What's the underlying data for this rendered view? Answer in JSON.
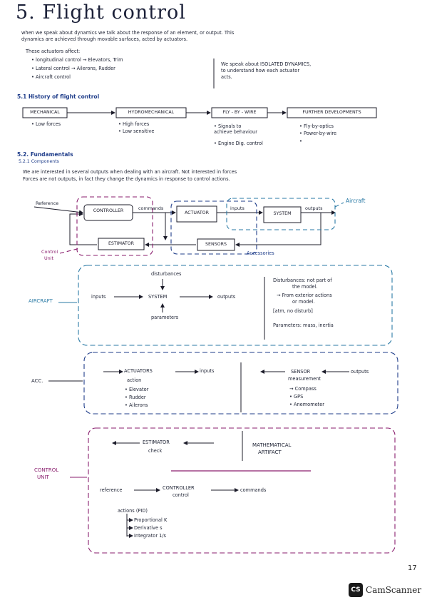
{
  "title": "5. Flight control",
  "intro": {
    "line1": "when we speak about dynamics we talk about the response of an element, or output. This",
    "line2": "dynamics are achieved through movable surfaces, acted by actuators."
  },
  "effects": {
    "heading": "These actuators affect:",
    "items": [
      "• longitudinal control → Elevators, Trim",
      "• Lateral control → Ailerons, Rudder",
      "• Aircraft control"
    ],
    "note_line1": "We speak about ISOLATED DYNAMICS,",
    "note_line2": "to understand how each actuator",
    "note_line3": "acts."
  },
  "history": {
    "heading": "5.1 History of flight control",
    "stages": [
      "MECHANICAL",
      "HYDROMECHANICAL",
      "FLY - BY - WIRE",
      "FURTHER DEVELOPMENTS"
    ],
    "mechanical_notes": [
      "• Low forces"
    ],
    "hydro_notes": [
      "• High forces",
      "• Low sensitive"
    ],
    "fbw_notes": [
      "• Signals to",
      "  achieve behaviour",
      "• Engine Dig. control"
    ],
    "further_notes": [
      "• Fly-by-optics",
      "• Power-by-wire",
      "•"
    ]
  },
  "fundamentals": {
    "heading": "5.2. Fundamentals",
    "subheading": "5.2.1 Components",
    "line1": "We are interested in several outputs when dealing with an aircraft. Not interested in forces",
    "line2": "Forces are not outputs, in fact they change the dynamics in response to control actions."
  },
  "block_diagram": {
    "reference": "Reference",
    "controller": "CONTROLLER",
    "commands": "commands",
    "actuator": "ACTUATOR",
    "inputs": "inputs",
    "system": "SYSTEM",
    "outputs": "outputs",
    "aircraft": "Aircraft",
    "estimator": "ESTIMATOR",
    "sensors": "SENSORS",
    "accessories": "Accessories",
    "control_unit_line1": "Control",
    "control_unit_line2": "Unit"
  },
  "aircraft_section": {
    "label": "AIRCRAFT",
    "disturbances": "disturbances",
    "inputs": "inputs",
    "system": "SYSTEM",
    "outputs": "outputs",
    "parameters": "parameters",
    "dist_note1": "Disturbances: not part of",
    "dist_note2": "the model.",
    "dist_note3": "→ From exterior actions",
    "dist_note4": "or model.",
    "dist_note5": "[atm, no disturb]",
    "param_note": "Parameters: mass, inertia"
  },
  "acc_section": {
    "label": "ACC.",
    "actuators": "ACTUATORS",
    "action": "action",
    "inputs": "inputs",
    "actuator_items": [
      "• Elevator",
      "• Rudder",
      "• Ailerons"
    ],
    "sensor": "SENSOR",
    "measurement": "measurement",
    "outputs": "outputs",
    "sensor_items": [
      "→ Compass",
      "• GPS",
      "• Anemometer"
    ]
  },
  "control_section": {
    "label_line1": "CONTROL",
    "label_line2": "UNIT",
    "estimator": "ESTIMATOR",
    "check": "check",
    "math_line1": "MATHEMATICAL",
    "math_line2": "ARTIFACT",
    "reference": "reference",
    "controller": "CONTROLLER",
    "control": "control",
    "commands": "commands",
    "actions_heading": "actions (PID)",
    "pid_items": [
      "Proportional   K",
      "Derivative  s",
      "Integrator    1/s"
    ]
  },
  "page_number": "17",
  "watermark": "CamScanner",
  "watermark_logo": "CS",
  "colors": {
    "ink": "#1c1c2a",
    "blue": "#1f3d8a",
    "purple": "#8a1e6e",
    "cyan": "#2a7aa5"
  }
}
